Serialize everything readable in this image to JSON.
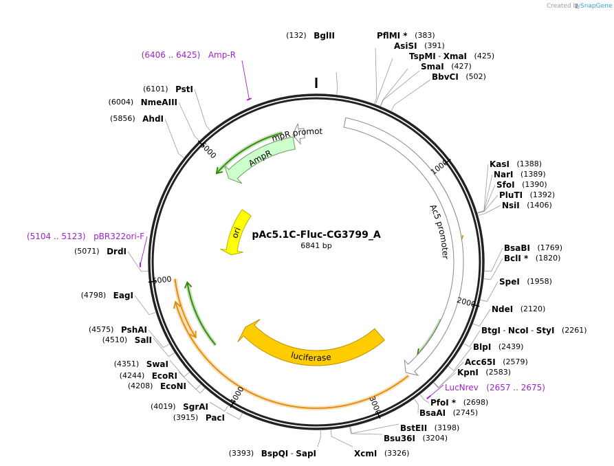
{
  "credit": {
    "prefix": "Created by",
    "brand": "SnapGene"
  },
  "plasmid": {
    "name": "pAc5.1C-Fluc-CG3799_A",
    "length_label": "6841 bp",
    "length": 6841
  },
  "ruler_ticks": [
    {
      "bp": 1000,
      "label": "1000"
    },
    {
      "bp": 2000,
      "label": "2000"
    },
    {
      "bp": 3000,
      "label": "3000"
    },
    {
      "bp": 4000,
      "label": "4000"
    },
    {
      "bp": 5000,
      "label": "5000"
    },
    {
      "bp": 6000,
      "label": "6000"
    }
  ],
  "sites": [
    {
      "id": "bglii",
      "bp": 132,
      "parts": [
        {
          "t": "BglII",
          "b": true
        }
      ],
      "pos": "(132)"
    },
    {
      "id": "pflmi",
      "bp": 383,
      "parts": [
        {
          "t": "PflMI *",
          "b": true
        }
      ],
      "pos": "(383)"
    },
    {
      "id": "asisi",
      "bp": 391,
      "parts": [
        {
          "t": "AsiSI",
          "b": true
        }
      ],
      "pos": "(391)"
    },
    {
      "id": "tspmi",
      "bp": 425,
      "parts": [
        {
          "t": "TspMI",
          "b": true
        },
        {
          "t": " - ",
          "b": false
        },
        {
          "t": "XmaI",
          "b": true
        }
      ],
      "pos": "(425)"
    },
    {
      "id": "smai",
      "bp": 427,
      "parts": [
        {
          "t": "SmaI",
          "b": true
        }
      ],
      "pos": "(427)"
    },
    {
      "id": "bbvci",
      "bp": 502,
      "parts": [
        {
          "t": "BbvCI",
          "b": true
        }
      ],
      "pos": "(502)"
    },
    {
      "id": "kasi",
      "bp": 1388,
      "parts": [
        {
          "t": "KasI",
          "b": true
        }
      ],
      "pos": "(1388)"
    },
    {
      "id": "nari",
      "bp": 1389,
      "parts": [
        {
          "t": "NarI",
          "b": true
        }
      ],
      "pos": "(1389)"
    },
    {
      "id": "sfoi",
      "bp": 1390,
      "parts": [
        {
          "t": "SfoI",
          "b": true
        }
      ],
      "pos": "(1390)"
    },
    {
      "id": "pluti",
      "bp": 1392,
      "parts": [
        {
          "t": "PluTI",
          "b": true
        }
      ],
      "pos": "(1392)"
    },
    {
      "id": "nsii",
      "bp": 1406,
      "parts": [
        {
          "t": "NsiI",
          "b": true
        }
      ],
      "pos": "(1406)"
    },
    {
      "id": "bsabi",
      "bp": 1769,
      "parts": [
        {
          "t": "BsaBI",
          "b": true
        }
      ],
      "pos": "(1769)"
    },
    {
      "id": "bcli",
      "bp": 1820,
      "parts": [
        {
          "t": "BclI *",
          "b": true
        }
      ],
      "pos": "(1820)"
    },
    {
      "id": "spei",
      "bp": 1958,
      "parts": [
        {
          "t": "SpeI",
          "b": true
        }
      ],
      "pos": "(1958)"
    },
    {
      "id": "ndei",
      "bp": 2120,
      "parts": [
        {
          "t": "NdeI",
          "b": true
        }
      ],
      "pos": "(2120)"
    },
    {
      "id": "btgi",
      "bp": 2261,
      "parts": [
        {
          "t": "BtgI",
          "b": true
        },
        {
          "t": " - ",
          "b": false
        },
        {
          "t": "NcoI",
          "b": true
        },
        {
          "t": " - ",
          "b": false
        },
        {
          "t": "StyI",
          "b": true
        }
      ],
      "pos": "(2261)"
    },
    {
      "id": "blpi",
      "bp": 2439,
      "parts": [
        {
          "t": "BlpI",
          "b": true
        }
      ],
      "pos": "(2439)"
    },
    {
      "id": "acc65i",
      "bp": 2579,
      "parts": [
        {
          "t": "Acc65I",
          "b": true
        }
      ],
      "pos": "(2579)"
    },
    {
      "id": "kpni",
      "bp": 2583,
      "parts": [
        {
          "t": "KpnI",
          "b": true
        }
      ],
      "pos": "(2583)"
    },
    {
      "id": "pfoi",
      "bp": 2698,
      "parts": [
        {
          "t": "PfoI *",
          "b": true
        }
      ],
      "pos": "(2698)"
    },
    {
      "id": "bsaai",
      "bp": 2745,
      "parts": [
        {
          "t": "BsaAI",
          "b": true
        }
      ],
      "pos": "(2745)"
    },
    {
      "id": "bsteii",
      "bp": 3198,
      "parts": [
        {
          "t": "BstEII",
          "b": true
        }
      ],
      "pos": "(3198)"
    },
    {
      "id": "bsu36i",
      "bp": 3204,
      "parts": [
        {
          "t": "Bsu36I",
          "b": true
        }
      ],
      "pos": "(3204)"
    },
    {
      "id": "xcmi",
      "bp": 3326,
      "parts": [
        {
          "t": "XcmI",
          "b": true
        }
      ],
      "pos": "(3326)"
    },
    {
      "id": "bspqi",
      "bp": 3393,
      "parts": [
        {
          "t": "BspQI",
          "b": true
        },
        {
          "t": " - ",
          "b": false
        },
        {
          "t": "SapI",
          "b": true
        }
      ],
      "pos": "(3393)"
    },
    {
      "id": "paci",
      "bp": 3915,
      "parts": [
        {
          "t": "PacI",
          "b": true
        }
      ],
      "pos": "(3915)"
    },
    {
      "id": "sgrai",
      "bp": 4019,
      "parts": [
        {
          "t": "SgrAI",
          "b": true
        }
      ],
      "pos": "(4019)"
    },
    {
      "id": "econi",
      "bp": 4208,
      "parts": [
        {
          "t": "EcoNI",
          "b": true
        }
      ],
      "pos": "(4208)"
    },
    {
      "id": "ecori",
      "bp": 4244,
      "parts": [
        {
          "t": "EcoRI",
          "b": true
        }
      ],
      "pos": "(4244)"
    },
    {
      "id": "swai",
      "bp": 4351,
      "parts": [
        {
          "t": "SwaI",
          "b": true
        }
      ],
      "pos": "(4351)"
    },
    {
      "id": "sali",
      "bp": 4510,
      "parts": [
        {
          "t": "SalI",
          "b": true
        }
      ],
      "pos": "(4510)"
    },
    {
      "id": "pshai",
      "bp": 4575,
      "parts": [
        {
          "t": "PshAI",
          "b": true
        }
      ],
      "pos": "(4575)"
    },
    {
      "id": "eagi",
      "bp": 4798,
      "parts": [
        {
          "t": "EagI",
          "b": true
        }
      ],
      "pos": "(4798)"
    },
    {
      "id": "drdi",
      "bp": 5071,
      "parts": [
        {
          "t": "DrdI",
          "b": true
        }
      ],
      "pos": "(5071)"
    },
    {
      "id": "ahdi",
      "bp": 5856,
      "parts": [
        {
          "t": "AhdI",
          "b": true
        }
      ],
      "pos": "(5856)"
    },
    {
      "id": "nmeaiii",
      "bp": 6004,
      "parts": [
        {
          "t": "NmeAIII",
          "b": true
        }
      ],
      "pos": "(6004)"
    },
    {
      "id": "psti",
      "bp": 6101,
      "parts": [
        {
          "t": "PstI",
          "b": true
        }
      ],
      "pos": "(6101)"
    }
  ],
  "primers": [
    {
      "id": "amp-r",
      "bp": 6415,
      "name": "Amp-R",
      "range": "(6406 .. 6425)"
    },
    {
      "id": "pbr322ori-f",
      "bp": 5113,
      "name": "pBR322ori-F",
      "range": "(5104 .. 5123)"
    },
    {
      "id": "lucnrev",
      "bp": 2666,
      "name": "LucNrev",
      "range": "(2657 .. 2675)"
    }
  ],
  "features": [
    {
      "id": "ac5-promoter",
      "label": "Ac5 promoter",
      "start": 220,
      "end": 2680,
      "direction": 1,
      "fill": "#ffffff",
      "stroke": "#888888"
    },
    {
      "id": "luciferase",
      "label": "luciferase",
      "start": 2640,
      "end": 4320,
      "direction": 1,
      "fill": "#ffcc00",
      "stroke": "#c09000"
    },
    {
      "id": "ori",
      "label": "ori",
      "start": 5220,
      "end": 5800,
      "direction": -1,
      "fill": "#ffff00",
      "stroke": "#b0b000"
    },
    {
      "id": "ampr",
      "label": "AmpR",
      "start": 5960,
      "end": 6640,
      "direction": -1,
      "fill": "#ccffcc",
      "stroke": "#6a9a6a"
    },
    {
      "id": "ampr-promoter",
      "label": "AmpR promoter",
      "start": 6641,
      "end": 6740,
      "direction": -1,
      "fill": "#ffffff",
      "stroke": "#888888"
    }
  ],
  "orfs": [
    {
      "id": "orf-1",
      "start": 900,
      "end": 1560,
      "direction": 1,
      "color": "#e08a00"
    },
    {
      "id": "orf-2",
      "start": 2180,
      "end": 2520,
      "direction": 1,
      "color": "#2a8a00"
    },
    {
      "id": "orf-3",
      "start": 2680,
      "end": 4830,
      "direction": 1,
      "color": "#e08a00"
    },
    {
      "id": "orf-4",
      "start": 4380,
      "end": 4960,
      "direction": 1,
      "color": "#2a8a00"
    },
    {
      "id": "orf-5",
      "start": 4520,
      "end": 5000,
      "direction": -1,
      "color": "#e08a00"
    },
    {
      "id": "orf-6",
      "start": 5920,
      "end": 6560,
      "direction": -1,
      "color": "#2a8a00"
    }
  ]
}
